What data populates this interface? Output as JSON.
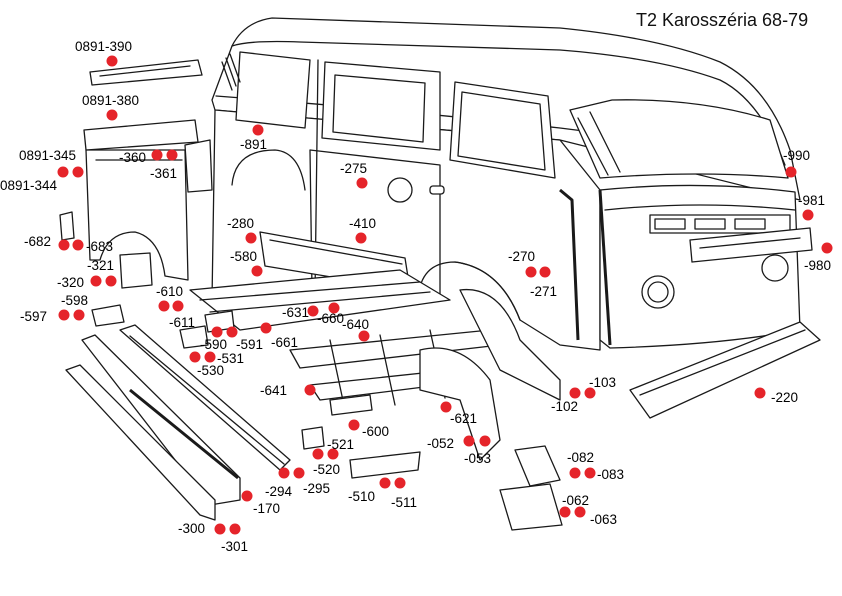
{
  "title": "T2 Karosszéria 68-79",
  "colors": {
    "marker": "#e5242a",
    "line": "#1a1a1a",
    "background": "#ffffff"
  },
  "labels": {
    "p0891_390": "0891-390",
    "p0891_380": "0891-380",
    "p0891_345": "0891-345",
    "p0891_344": "0891-344",
    "p360": "-360",
    "p361": "-361",
    "p891": "-891",
    "p275": "-275",
    "p990": "-990",
    "p981": "-981",
    "p980": "-980",
    "p682": "-682",
    "p683": "-683",
    "p321": "-321",
    "p320": "-320",
    "p280": "-280",
    "p410": "-410",
    "p580": "-580",
    "p270": "-270",
    "p271": "-271",
    "p610": "-610",
    "p598": "-598",
    "p597": "-597",
    "p611": "-611",
    "p631": "-631",
    "p660": "-660",
    "p640": "-640",
    "p590": "-590",
    "p591": "-591",
    "p661": "-661",
    "p531": "-531",
    "p530": "-530",
    "p641": "-641",
    "p103": "-103",
    "p102": "-102",
    "p220": "-220",
    "p621": "-621",
    "p600": "-600",
    "p521": "-521",
    "p052": "-052",
    "p053": "-053",
    "p082": "-082",
    "p083": "-083",
    "p520": "-520",
    "p294": "-294",
    "p295": "-295",
    "p510": "-510",
    "p511": "-511",
    "p062": "-062",
    "p063": "-063",
    "p170": "-170",
    "p300": "-300",
    "p301": "-301"
  }
}
